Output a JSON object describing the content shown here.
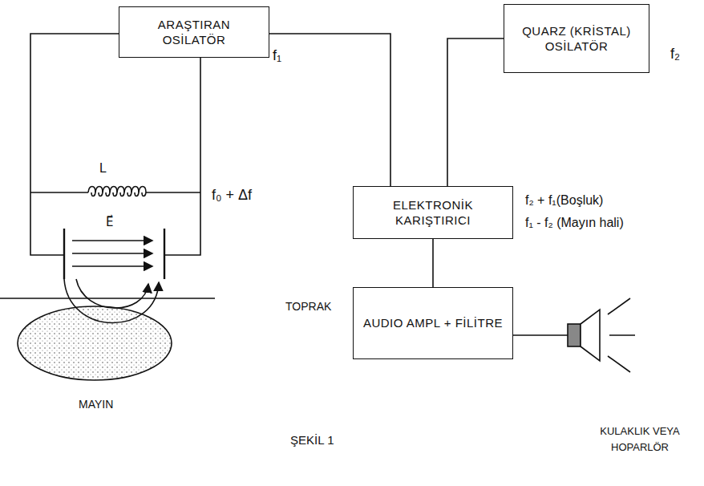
{
  "diagram": {
    "caption": "ŞEKİL 1",
    "nodes": [
      {
        "text": [
          "ARAŞTIRAN OSİLATÖR"
        ]
      },
      {
        "text": [
          "QUARZ (KRİSTAL) OSİLATÖR"
        ]
      },
      {
        "text": [
          "ELEKTRONİK KARIŞTIRICI"
        ]
      },
      {
        "text": [
          "AUDIO AMPL + FİLİTRE"
        ]
      }
    ],
    "edges": [
      {
        "from": 0,
        "to": 2,
        "arrow": "none"
      },
      {
        "from": 1,
        "to": 2,
        "arrow": "none"
      },
      {
        "from": 2,
        "to": 3,
        "arrow": "none"
      }
    ],
    "labels": [
      "f₁",
      "f₂",
      "L",
      "f₀ + Δf",
      "E⃗",
      "TOPRAK",
      "MAYIN",
      "f₂ + f₁(Boşluk)",
      "f₁ - f₂ (Mayın hali)",
      "KULAKLIK VEYA HOPARLÖR"
    ]
  }
}
